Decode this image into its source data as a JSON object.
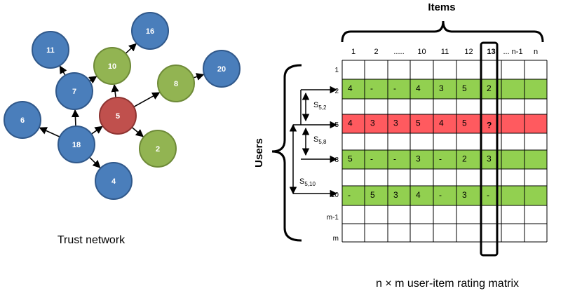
{
  "network": {
    "caption": "Trust network",
    "colors": {
      "blue": "#4A7EBB",
      "blue_stroke": "#30588A",
      "green": "#92B452",
      "green_stroke": "#6E8A38",
      "red": "#C0504D",
      "red_stroke": "#8E3432"
    },
    "nodes": [
      {
        "id": "11",
        "color": "blue"
      },
      {
        "id": "16",
        "color": "blue"
      },
      {
        "id": "10",
        "color": "green"
      },
      {
        "id": "20",
        "color": "blue"
      },
      {
        "id": "8",
        "color": "green"
      },
      {
        "id": "7",
        "color": "blue"
      },
      {
        "id": "5",
        "color": "red"
      },
      {
        "id": "6",
        "color": "blue"
      },
      {
        "id": "18",
        "color": "blue"
      },
      {
        "id": "2",
        "color": "green"
      },
      {
        "id": "4",
        "color": "blue"
      }
    ],
    "edges": [
      [
        "7",
        "11"
      ],
      [
        "10",
        "16"
      ],
      [
        "7",
        "10"
      ],
      [
        "5",
        "10"
      ],
      [
        "5",
        "8"
      ],
      [
        "8",
        "20"
      ],
      [
        "5",
        "2"
      ],
      [
        "18",
        "7"
      ],
      [
        "18",
        "5"
      ],
      [
        "18",
        "6"
      ],
      [
        "18",
        "4"
      ]
    ]
  },
  "matrix": {
    "caption": "n × m user-item rating matrix",
    "items_label": "Items",
    "users_label": "Users",
    "columns": [
      "1",
      "2",
      ".....",
      "10",
      "11",
      "12",
      "13",
      "... n-1",
      "n"
    ],
    "highlight_column_index": 6,
    "row_labels": [
      "1",
      "2",
      "",
      "5",
      "",
      "8",
      "",
      "10",
      "m-1",
      "m"
    ],
    "rows": [
      {
        "color": "white",
        "cells": [
          "",
          "",
          "",
          "",
          "",
          "",
          "",
          "",
          ""
        ]
      },
      {
        "color": "green",
        "cells": [
          "4",
          "-",
          "-",
          "4",
          "3",
          "5",
          "2",
          "",
          ""
        ]
      },
      {
        "color": "white",
        "cells": [
          "",
          "",
          "",
          "",
          "",
          "",
          "",
          "",
          ""
        ]
      },
      {
        "color": "red",
        "cells": [
          "4",
          "3",
          "3",
          "5",
          "4",
          "5",
          "?",
          "",
          ""
        ]
      },
      {
        "color": "white",
        "cells": [
          "",
          "",
          "",
          "",
          "",
          "",
          "",
          "",
          ""
        ]
      },
      {
        "color": "green",
        "cells": [
          "5",
          "-",
          "-",
          "3",
          "-",
          "2",
          "3",
          "",
          ""
        ]
      },
      {
        "color": "white",
        "cells": [
          "",
          "",
          "",
          "",
          "",
          "",
          "",
          "",
          ""
        ]
      },
      {
        "color": "green",
        "cells": [
          "-",
          "5",
          "3",
          "4",
          "-",
          "3",
          "-",
          "",
          ""
        ]
      },
      {
        "color": "white",
        "cells": [
          "",
          "",
          "",
          "",
          "",
          "",
          "",
          "",
          ""
        ]
      },
      {
        "color": "white",
        "cells": [
          "",
          "",
          "",
          "",
          "",
          "",
          "",
          "",
          ""
        ]
      }
    ],
    "row_colors": {
      "green": "#92D050",
      "red": "#FF5A5F",
      "white": "#FFFFFF"
    },
    "question_color": "#C00000",
    "similarities": [
      {
        "label": "S",
        "sub": "5,2"
      },
      {
        "label": "S",
        "sub": "5,8"
      },
      {
        "label": "S",
        "sub": "5,10"
      }
    ]
  }
}
